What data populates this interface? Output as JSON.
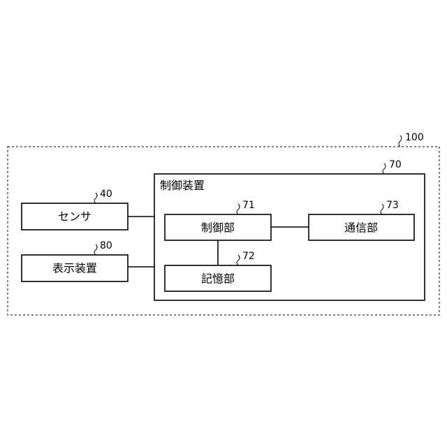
{
  "system": {
    "ref": "100"
  },
  "control_device": {
    "title": "制御装置",
    "ref": "70"
  },
  "sensor": {
    "label": "センサ",
    "ref": "40"
  },
  "display_device": {
    "label": "表示装置",
    "ref": "80"
  },
  "control_unit": {
    "label": "制御部",
    "ref": "71"
  },
  "storage_unit": {
    "label": "記憶部",
    "ref": "72"
  },
  "communication_unit": {
    "label": "通信部",
    "ref": "73"
  }
}
